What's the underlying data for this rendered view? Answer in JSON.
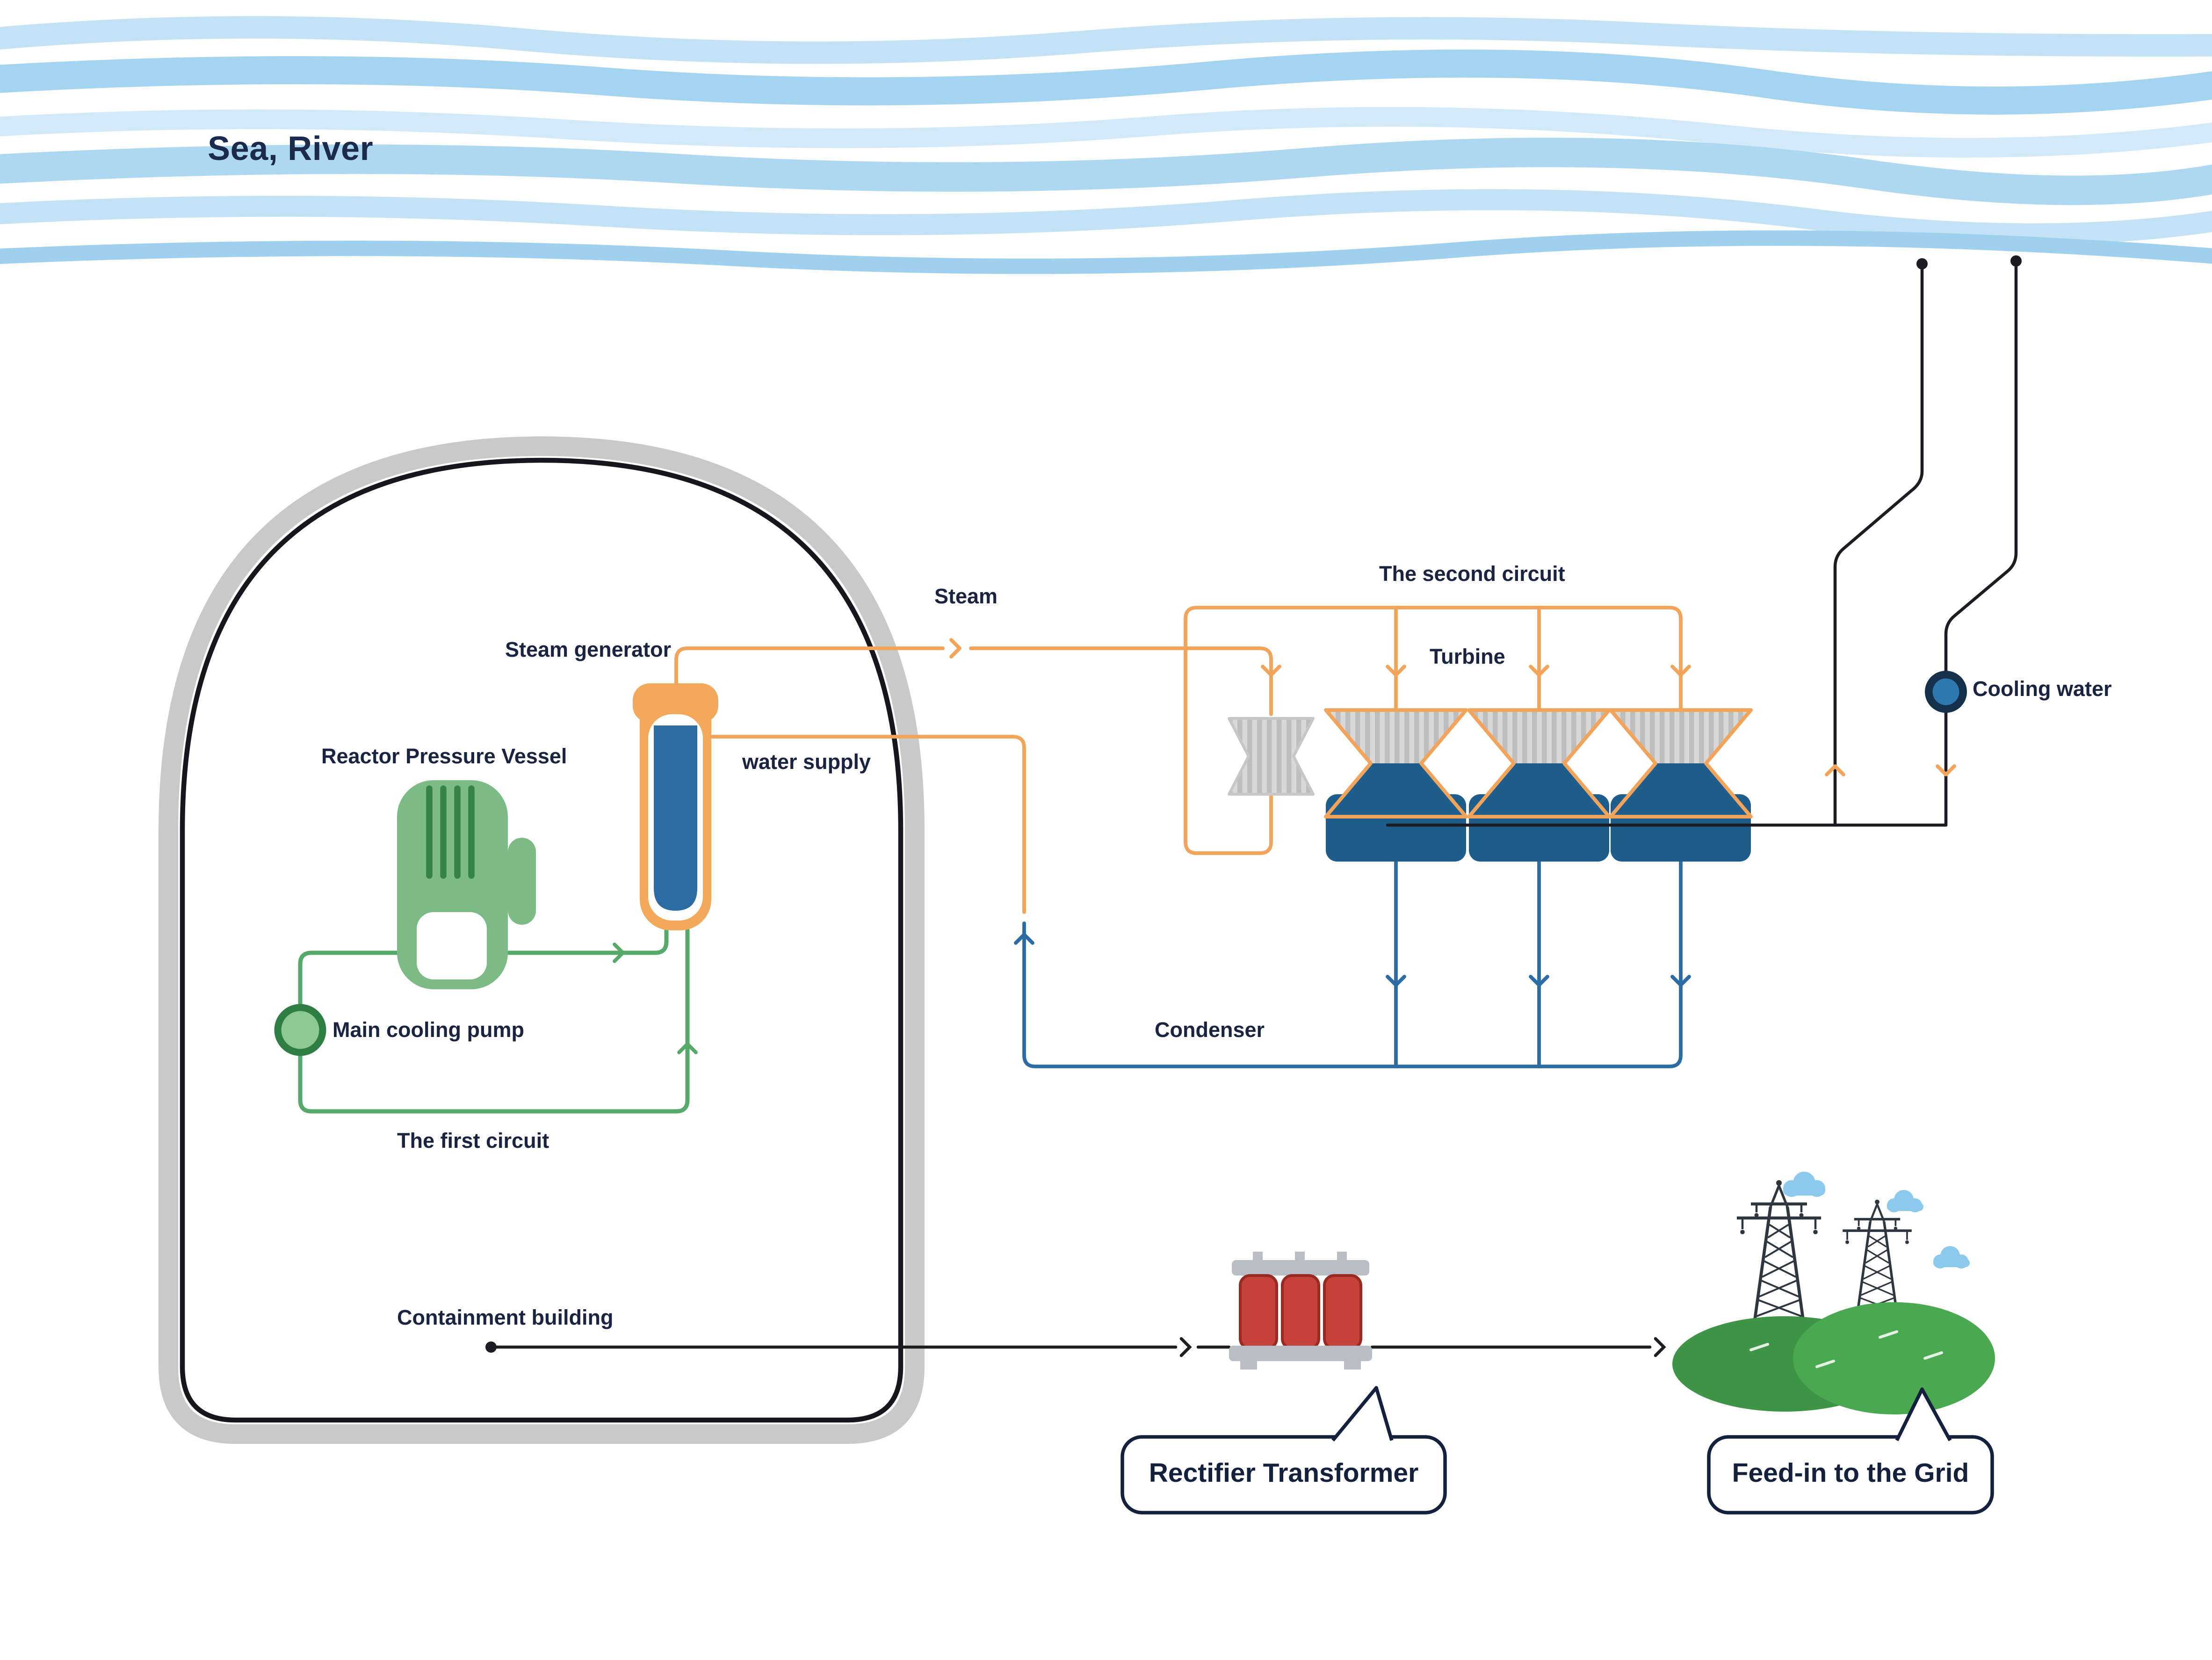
{
  "diagram": {
    "type": "nuclear-power-plant-schematic",
    "labels": {
      "sea_river": "Sea, River",
      "steam_generator": "Steam generator",
      "reactor_pressure_vessel": "Reactor Pressure Vessel",
      "water_supply": "water supply",
      "steam": "Steam",
      "second_circuit": "The second circuit",
      "turbine": "Turbine",
      "cooling_water": "Cooling water",
      "main_cooling_pump": "Main cooling pump",
      "condenser": "Condenser",
      "first_circuit": "The first circuit",
      "containment_building": "Containment building",
      "rectifier_transformer": "Rectifier Transformer",
      "feed_in_to_grid": "Feed-in to the Grid"
    },
    "colors": {
      "water_blue": "#aed8f2",
      "primary_circuit_green": "#56a968",
      "secondary_circuit_orange": "#f2a45a",
      "condensate_blue": "#2d6ca3",
      "condenser_fill": "#1f5d8d",
      "transformer_red": "#c4423a",
      "grass_green": "#44a04c",
      "containment_gray": "#c9c9c9",
      "line_black": "#1c1c22",
      "text": "#1a2440"
    }
  }
}
